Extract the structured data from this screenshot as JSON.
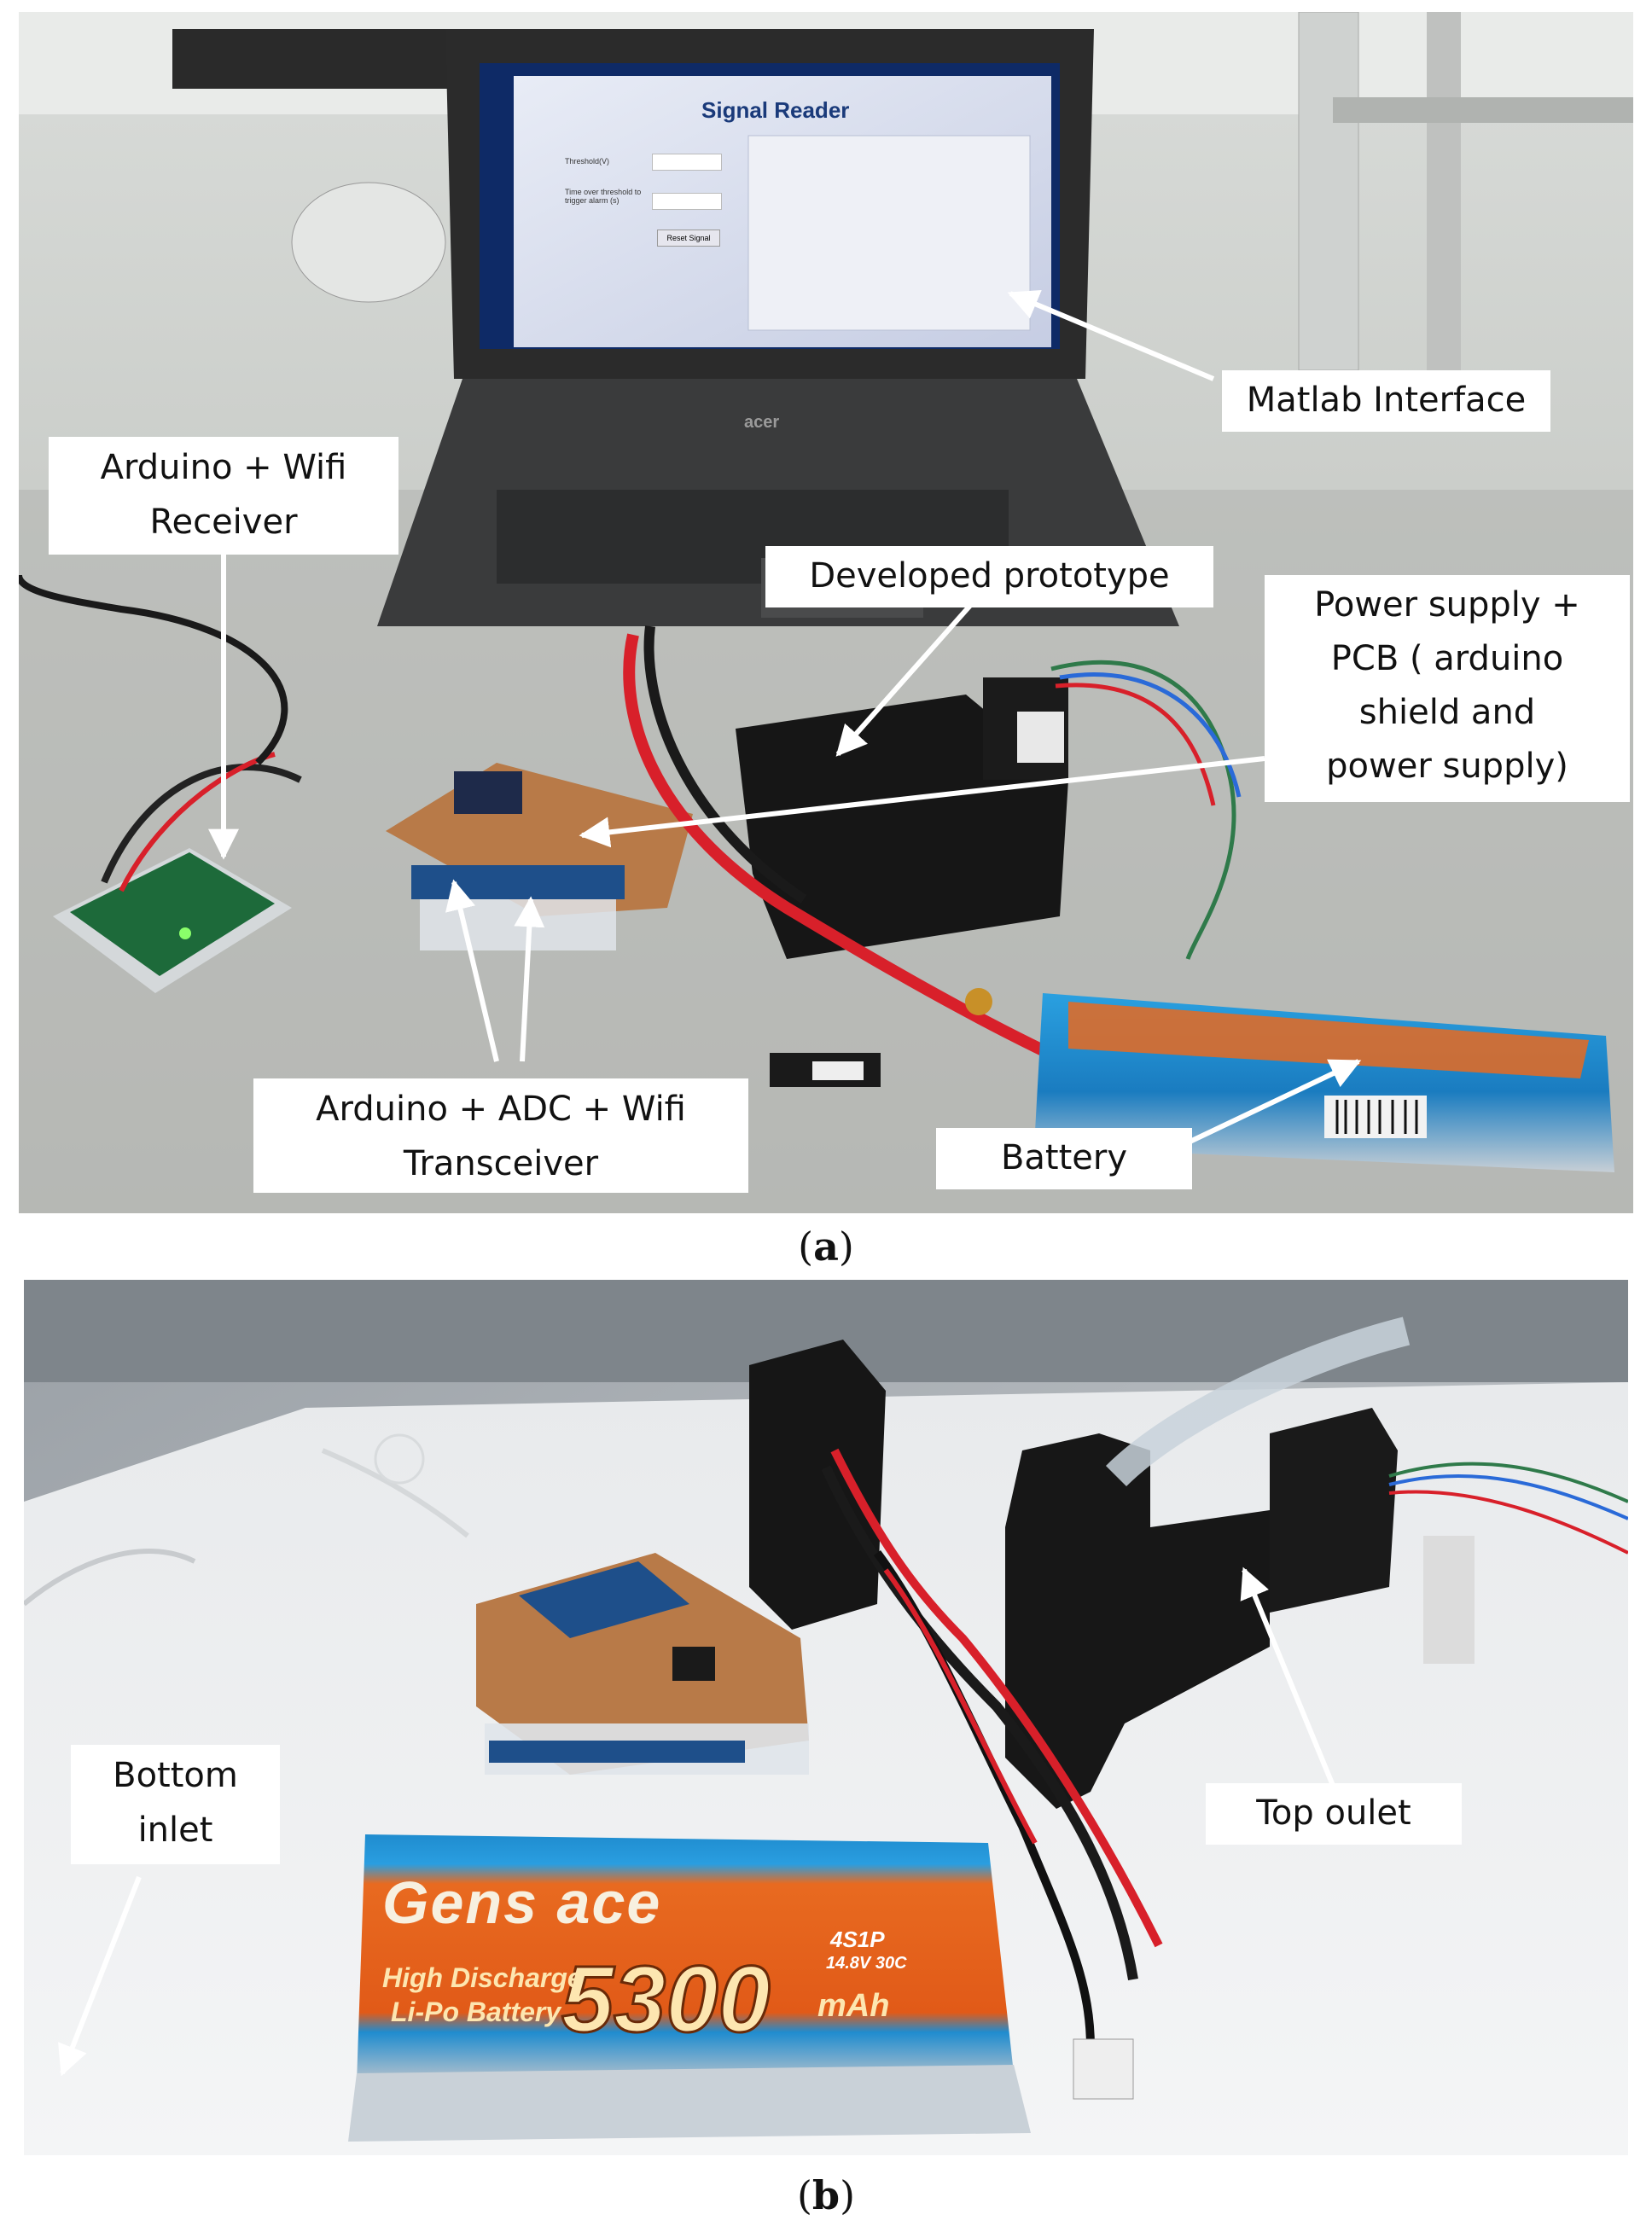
{
  "figure": {
    "panel_a": {
      "caption_letter": "a",
      "labels": {
        "matlab": "Matlab Interface",
        "arduino_receiver": [
          "Arduino + Wifi",
          "Receiver"
        ],
        "developed_prototype": "Developed prototype",
        "power_supply": [
          "Power supply +",
          "PCB ( arduino",
          "shield and",
          "power supply)"
        ],
        "arduino_transceiver": [
          "Arduino + ADC + Wifi",
          "Transceiver"
        ],
        "battery": "Battery"
      },
      "screen": {
        "app_title": "Signal Reader",
        "field_1": "Threshold(V)",
        "field_2": "Time over threshold to trigger alarm (s)",
        "button": "Reset Signal"
      },
      "laptop_brand": "acer"
    },
    "panel_b": {
      "caption_letter": "b",
      "labels": {
        "bottom_inlet": [
          "Bottom",
          "inlet"
        ],
        "top_outlet": "Top oulet"
      },
      "battery_print": {
        "brand": "Gens ace",
        "capacity": "5300",
        "unit": "mAh",
        "cells": "4S1P",
        "rating": "14.8V 30C",
        "line_1": "High Discharge",
        "line_2": "Li-Po Battery"
      }
    },
    "colors": {
      "wire_red": "#d8202a",
      "pcb_copper": "#b87a48",
      "battery_blue": "#1f8ccf",
      "battery_orange": "#e86a20",
      "device_black": "#161616"
    }
  }
}
